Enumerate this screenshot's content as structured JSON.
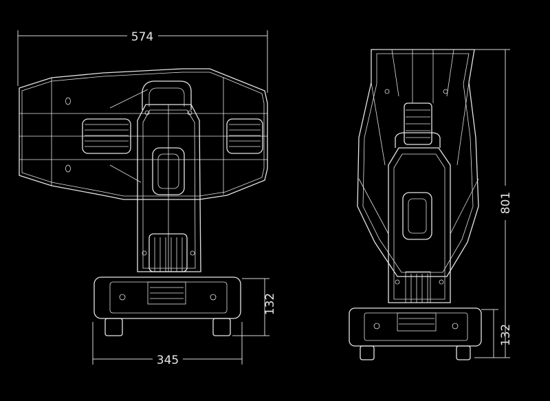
{
  "drawing": {
    "side_view": {
      "width_dimension": "574",
      "base_width_dimension": "345",
      "base_height_dimension": "132"
    },
    "front_view": {
      "height_dimension": "801",
      "base_height_dimension": "132"
    }
  }
}
